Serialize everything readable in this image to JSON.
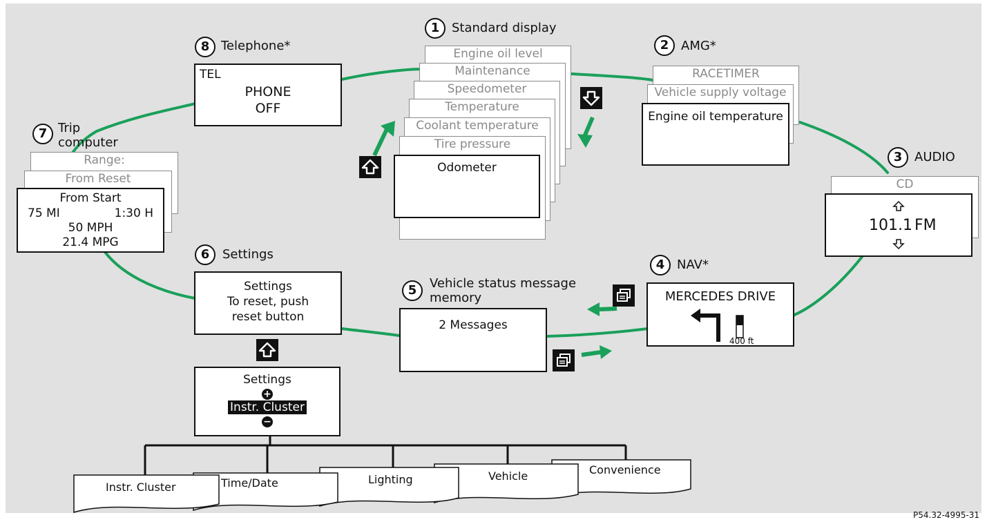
{
  "steps": {
    "s1": {
      "num": "1",
      "label": "Standard display",
      "items": [
        "Engine oil level",
        "Maintenance",
        "Speedometer",
        "Temperature",
        "Coolant temperature",
        "Tire pressure"
      ],
      "active": "Odometer"
    },
    "s2": {
      "num": "2",
      "label": "AMG*",
      "items": [
        "RACETIMER",
        "Vehicle supply voltage"
      ],
      "active": "Engine oil temperature"
    },
    "s3": {
      "num": "3",
      "label": "AUDIO",
      "item": "CD",
      "value": "101.1",
      "unit": "FM"
    },
    "s4": {
      "num": "4",
      "label": "NAV*",
      "title": "MERCEDES DRIVE",
      "distance": "400 ft"
    },
    "s5": {
      "num": "5",
      "label_line1": "Vehicle status message",
      "label_line2": "memory",
      "text": "2 Messages"
    },
    "s6": {
      "num": "6",
      "label": "Settings",
      "line1": "Settings",
      "line2": "To reset, push",
      "line3": "reset button",
      "sub_title": "Settings",
      "sub_selected": "Instr. Cluster"
    },
    "s7": {
      "num": "7",
      "label_line1": "Trip",
      "label_line2": "computer",
      "ghost1": "Range:",
      "ghost2": "From Reset",
      "title": "From Start",
      "distance": "75 MI",
      "time": "1:30 H",
      "speed": "50 MPH",
      "consumption": "21.4 MPG"
    },
    "s8": {
      "num": "8",
      "label": "Telephone*",
      "tag": "TEL",
      "line1": "PHONE",
      "line2": "OFF"
    }
  },
  "submenus": [
    "Instr. Cluster",
    "Time/Date",
    "Lighting",
    "Vehicle",
    "Convenience"
  ],
  "reference": "P54.32-4995-31",
  "colors": {
    "loop": "#1aa05a",
    "panel": "#e1e1e1",
    "button": "#111111",
    "ghost_text": "#8a8a8a"
  },
  "icons": [
    "up-arrow-icon",
    "down-arrow-icon",
    "list-icon",
    "plus-icon",
    "minus-icon",
    "turn-left-icon",
    "range-bar-icon"
  ]
}
